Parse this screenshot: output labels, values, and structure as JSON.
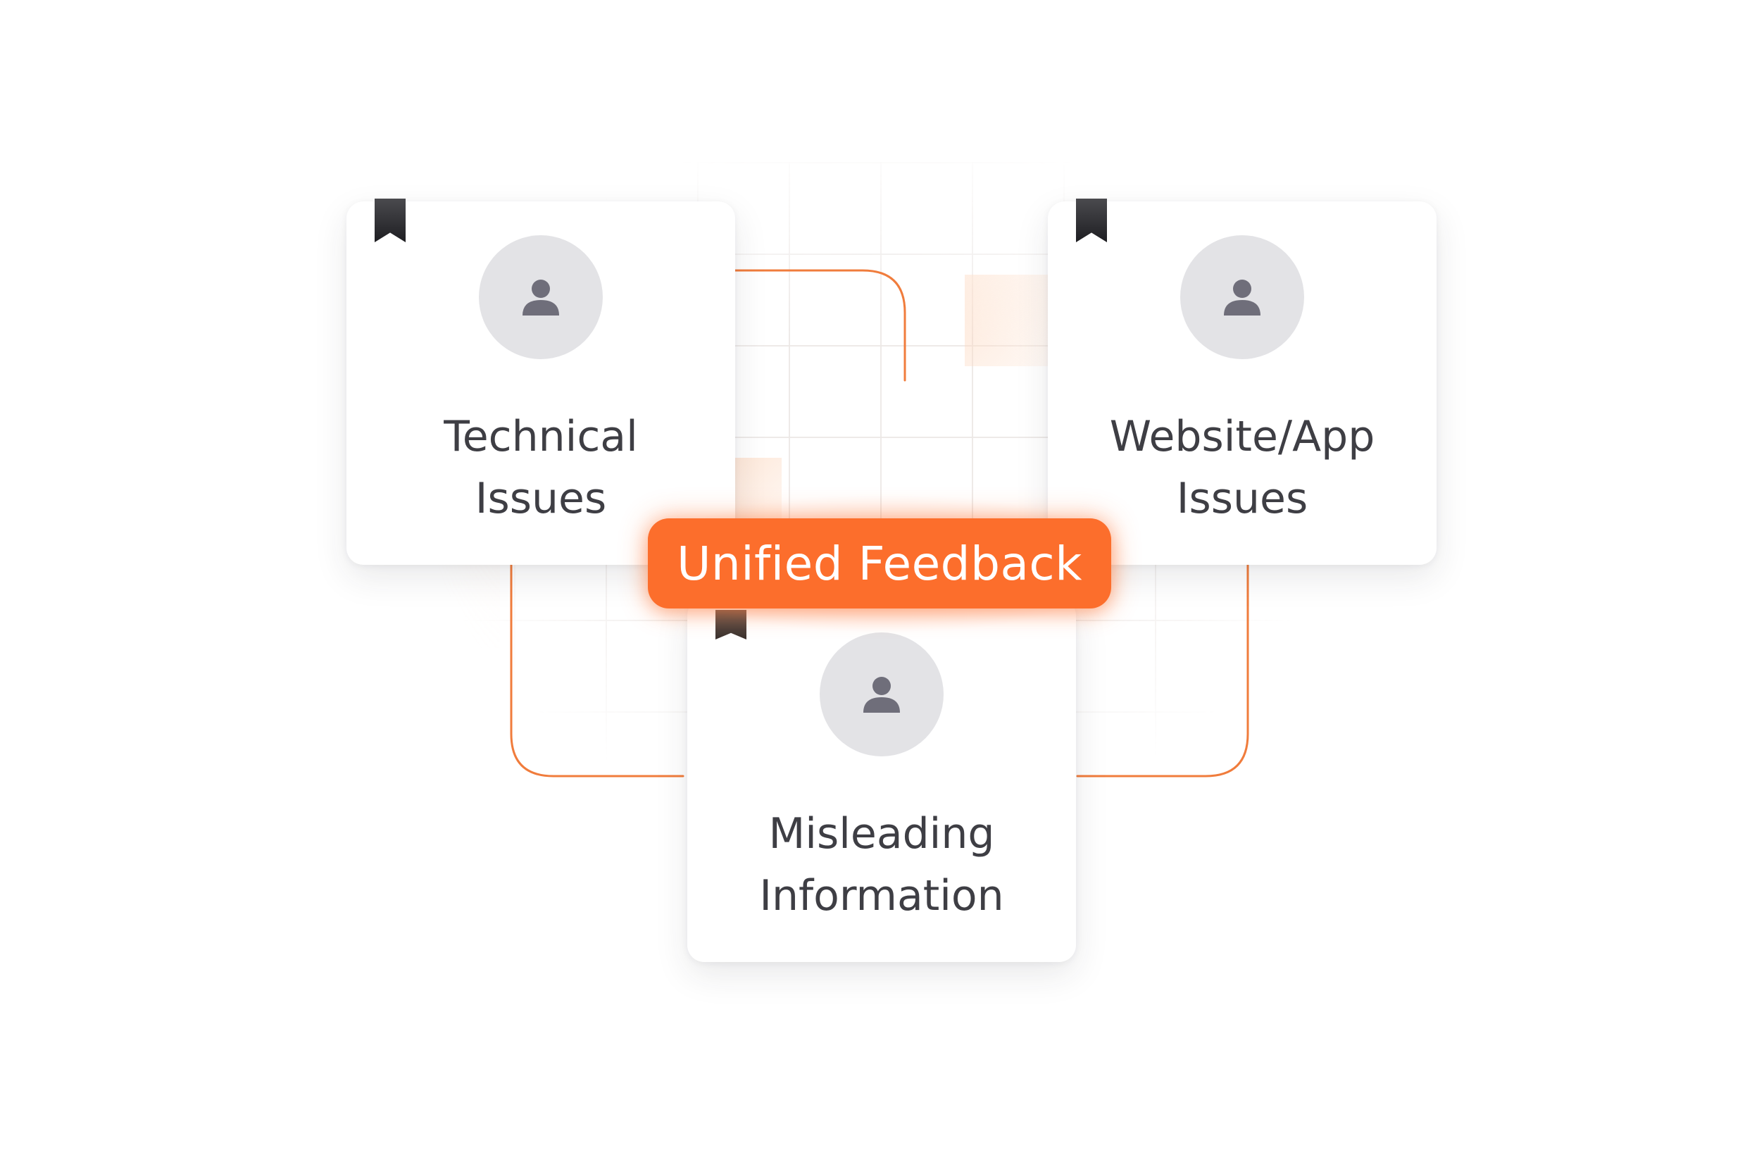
{
  "cards": [
    {
      "label_line1": "Technical",
      "label_line2": "Issues",
      "icon": "bookmark-icon",
      "avatar_icon": "user-icon"
    },
    {
      "label_line1": "Website/App",
      "label_line2": "Issues",
      "icon": "bookmark-icon",
      "avatar_icon": "user-icon"
    },
    {
      "label_line1": "Misleading",
      "label_line2": "Information",
      "icon": "bookmark-icon",
      "avatar_icon": "user-icon"
    }
  ],
  "hub": {
    "label": "Unified Feedback"
  },
  "colors": {
    "accent": "#fc6e2c",
    "connector": "#f07c3c",
    "card_text": "#3e3e44",
    "avatar_bg": "#e3e3e6",
    "avatar_icon": "#6f6e7a",
    "bookmark": "#26262a"
  }
}
